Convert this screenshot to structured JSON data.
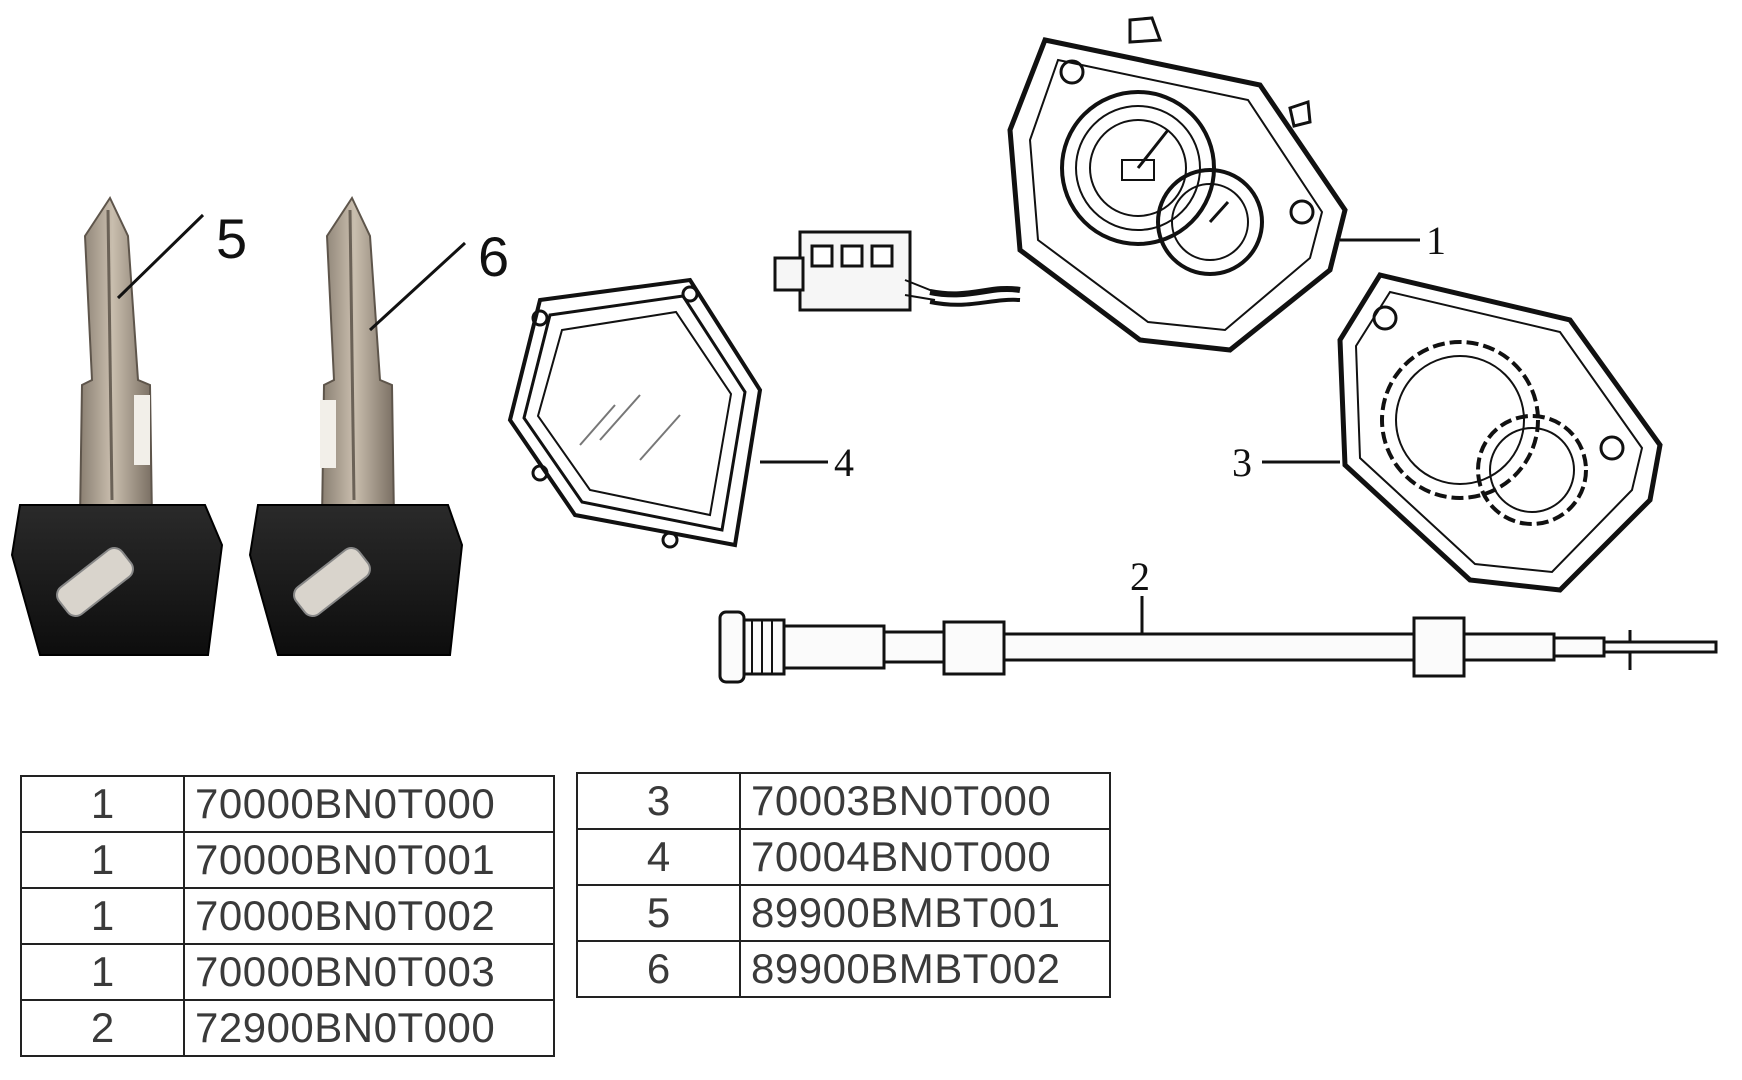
{
  "callouts": {
    "c1": "1",
    "c2": "2",
    "c3": "3",
    "c4": "4",
    "c5": "5",
    "c6": "6"
  },
  "parts_left": [
    {
      "ref": "1",
      "part": "70000BN0T000"
    },
    {
      "ref": "1",
      "part": "70000BN0T001"
    },
    {
      "ref": "1",
      "part": "70000BN0T002"
    },
    {
      "ref": "1",
      "part": "70000BN0T003"
    },
    {
      "ref": "2",
      "part": "72900BN0T000"
    }
  ],
  "parts_right": [
    {
      "ref": "3",
      "part": "70003BN0T000"
    },
    {
      "ref": "4",
      "part": "70004BN0T000"
    },
    {
      "ref": "5",
      "part": "89900BMBT001"
    },
    {
      "ref": "6",
      "part": "89900BMBT002"
    }
  ]
}
